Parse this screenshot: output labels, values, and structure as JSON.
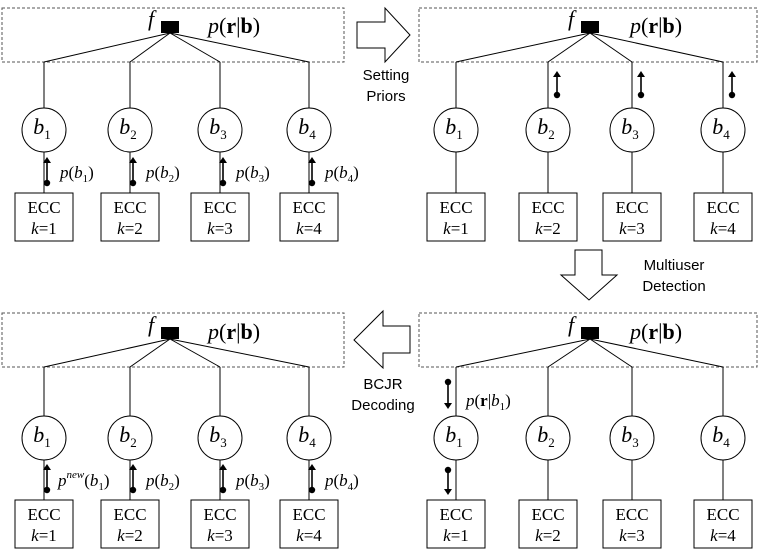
{
  "factor": {
    "symbol": "f",
    "likelihood": {
      "pre": "p(",
      "bold": "r",
      "bar": "|",
      "bold2": "b",
      "post": ")"
    }
  },
  "bits": [
    {
      "base": "b",
      "sub": "1"
    },
    {
      "base": "b",
      "sub": "2"
    },
    {
      "base": "b",
      "sub": "3"
    },
    {
      "base": "b",
      "sub": "4"
    }
  ],
  "ecc": {
    "label": "ECC",
    "k_var": "k",
    "k_values": [
      "=1",
      "=2",
      "=3",
      "=4"
    ]
  },
  "prior_labels": [
    {
      "p": "p(",
      "b": "b",
      "sub": "1",
      "close": ")"
    },
    {
      "p": "p(",
      "b": "b",
      "sub": "2",
      "close": ")"
    },
    {
      "p": "p(",
      "b": "b",
      "sub": "3",
      "close": ")"
    },
    {
      "p": "p(",
      "b": "b",
      "sub": "4",
      "close": ")"
    }
  ],
  "new_prior": {
    "p": "p",
    "sup": "new",
    "open": "(",
    "b": "b",
    "sub": "1",
    "close": ")"
  },
  "conditional": {
    "pre": "p(",
    "bold": "r",
    "bar": "|",
    "b": "b",
    "sub": "1",
    "close": ")"
  },
  "steps": {
    "setting_priors": [
      "Setting",
      "Priors"
    ],
    "multiuser_detection": [
      "Multiuser",
      "Detection"
    ],
    "bcjr_decoding": [
      "BCJR",
      "Decoding"
    ]
  },
  "colors": {
    "stroke": "#000000",
    "dashed_box": "#555555",
    "background": "#ffffff"
  }
}
